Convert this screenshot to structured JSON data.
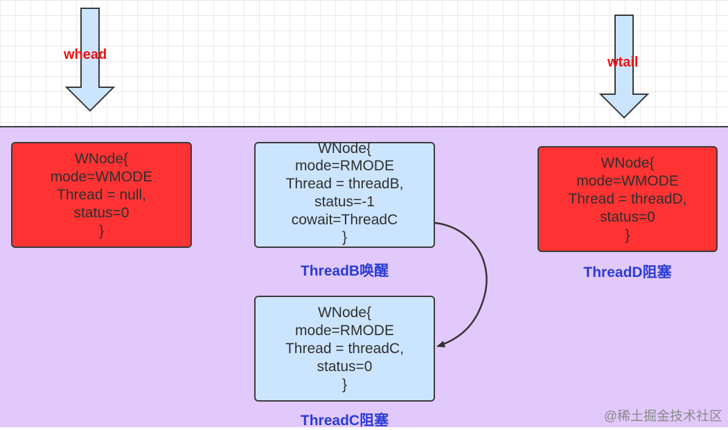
{
  "pointers": {
    "head": "whead",
    "tail": "wtail"
  },
  "nodes": {
    "head_node": {
      "lines": [
        "WNode{",
        "mode=WMODE",
        "Thread = null,",
        "status=0",
        "}"
      ]
    },
    "threadB_node": {
      "lines": [
        "WNode{",
        "mode=RMODE",
        "Thread = threadB,",
        "status=-1",
        "cowait=ThreadC",
        "}"
      ],
      "caption": "ThreadB唤醒"
    },
    "threadD_node": {
      "lines": [
        "WNode{",
        "mode=WMODE",
        "Thread = threadD,",
        "status=0",
        "}"
      ],
      "caption": "ThreadD阻塞"
    },
    "threadC_node": {
      "lines": [
        "WNode{",
        "mode=RMODE",
        "Thread = threadC,",
        "status=0",
        "}"
      ],
      "caption": "ThreadC阻塞"
    }
  },
  "watermark": "@稀土掘金技术社区",
  "colors": {
    "write_node": "#ff3333",
    "read_node": "#cce5ff",
    "pointer_arrow": "#cce5ff",
    "pointer_label": "#ee1111",
    "caption": "#2a3bd6",
    "lane": "#e2c9fb"
  }
}
